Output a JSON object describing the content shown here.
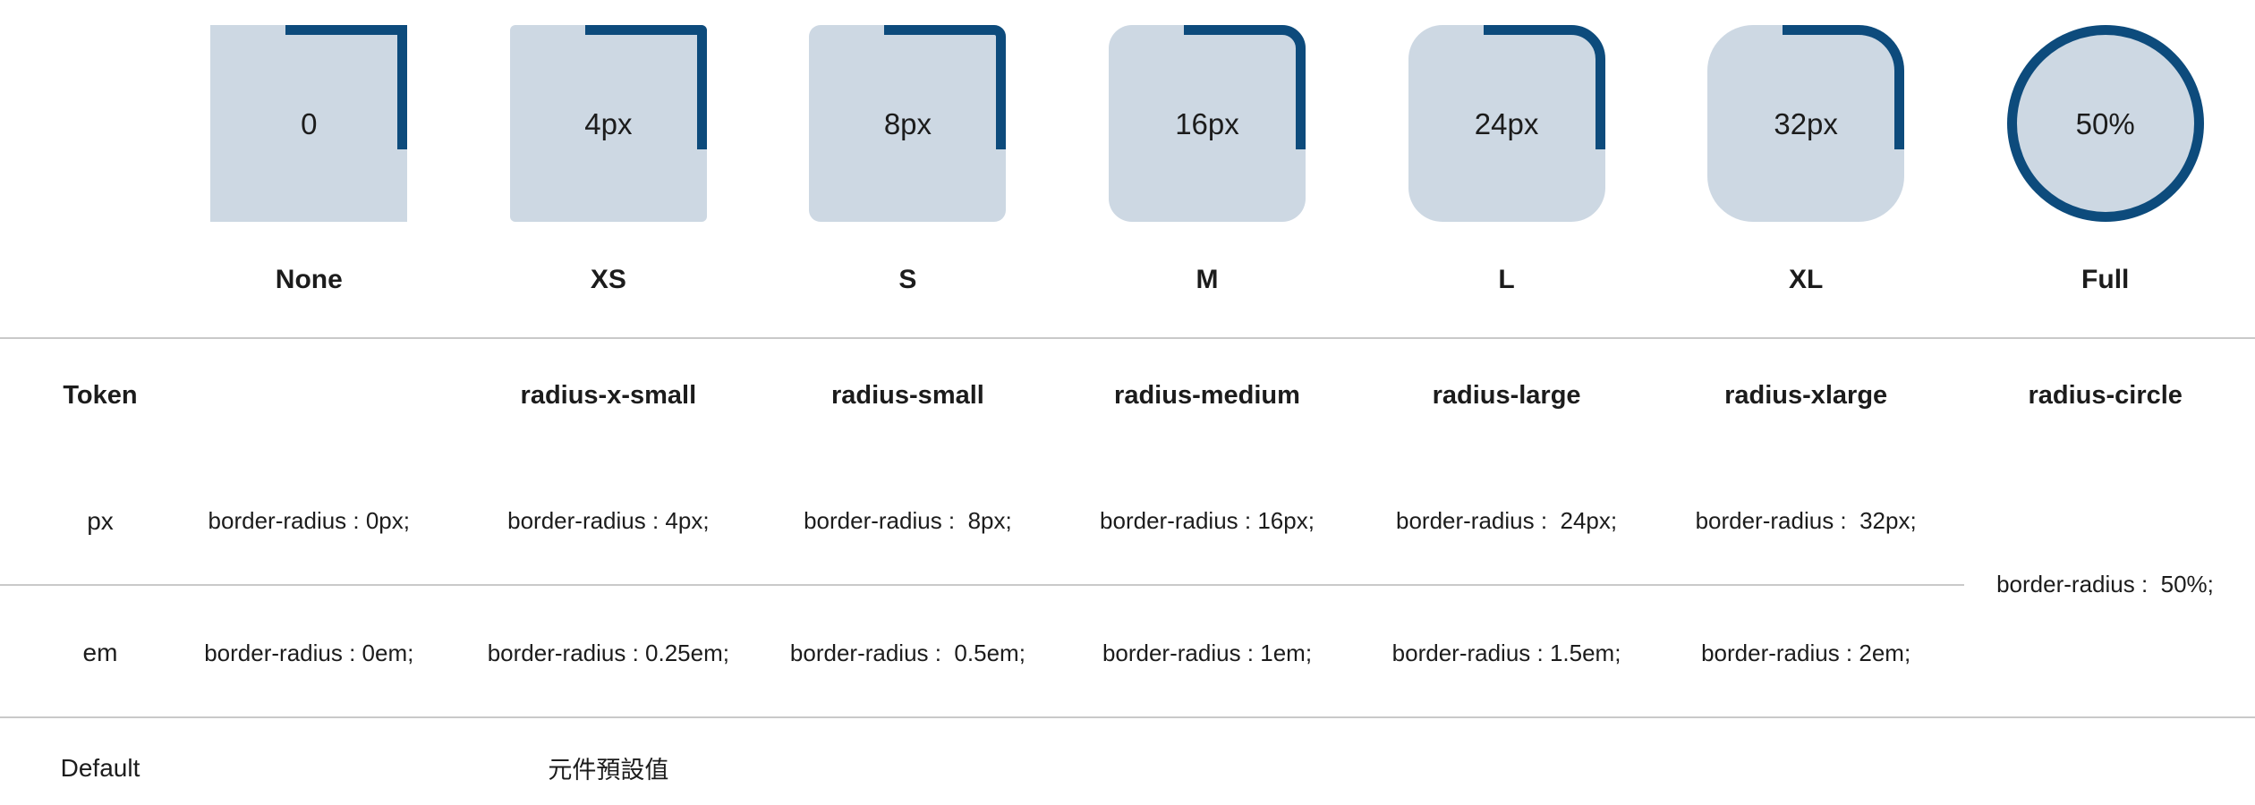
{
  "theme": {
    "accent-blue": "#0d4b7c",
    "swatch-fill": "#cdd8e3",
    "divider": "#c9c9c9",
    "text": "#1c1c1c",
    "background": "#ffffff"
  },
  "row_headers": {
    "token": "Token",
    "px": "px",
    "em": "em",
    "default": "Default"
  },
  "columns": [
    {
      "id": "none",
      "preview_value": "0",
      "size_label": "None",
      "token": "",
      "px": "border-radius : 0px;",
      "em": "border-radius : 0em;"
    },
    {
      "id": "xs",
      "preview_value": "4px",
      "size_label": "XS",
      "token": "radius-x-small",
      "px": "border-radius : 4px;",
      "em": "border-radius : 0.25em;"
    },
    {
      "id": "s",
      "preview_value": "8px",
      "size_label": "S",
      "token": "radius-small",
      "px": "border-radius :  8px;",
      "em": "border-radius :  0.5em;"
    },
    {
      "id": "m",
      "preview_value": "16px",
      "size_label": "M",
      "token": "radius-medium",
      "px": "border-radius : 16px;",
      "em": "border-radius : 1em;"
    },
    {
      "id": "l",
      "preview_value": "24px",
      "size_label": "L",
      "token": "radius-large",
      "px": "border-radius :  24px;",
      "em": "border-radius : 1.5em;"
    },
    {
      "id": "xl",
      "preview_value": "32px",
      "size_label": "XL",
      "token": "radius-xlarge",
      "px": "border-radius :  32px;",
      "em": "border-radius : 2em;"
    },
    {
      "id": "full",
      "preview_value": "50%",
      "size_label": "Full",
      "token": "radius-circle",
      "shared": "border-radius :  50%;"
    }
  ],
  "default_row": {
    "value": "元件預設值"
  }
}
